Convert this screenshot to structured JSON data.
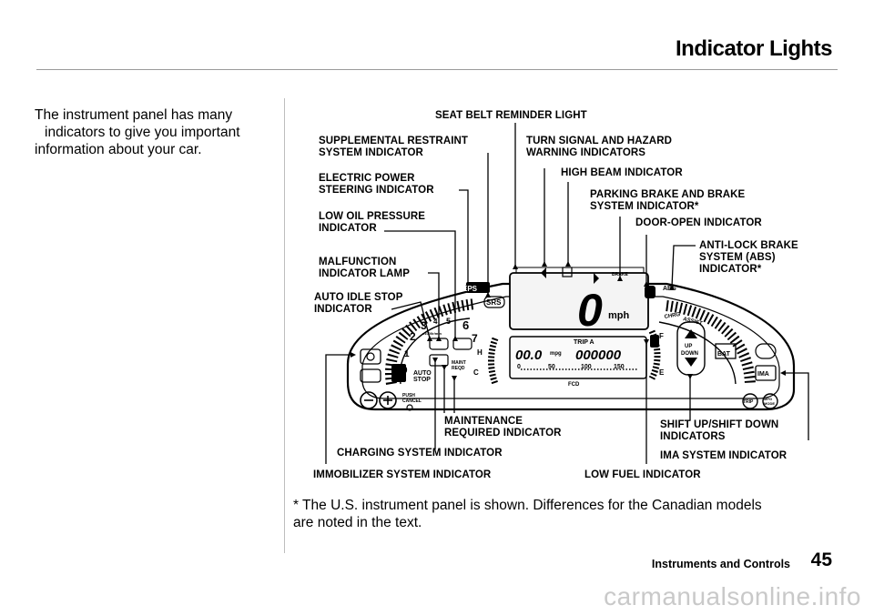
{
  "page": {
    "title": "Indicator Lights",
    "intro_lines": [
      "The instrument panel has many",
      "indicators to give you important",
      "information about your car."
    ],
    "footnote_lines": [
      "* The U.S. instrument panel is shown. Differences for the Canadian models",
      "are noted in the text."
    ],
    "footer_section": "Instruments and Controls",
    "page_number": "45",
    "watermark": "carmanualsonline.info"
  },
  "callouts": {
    "seat_belt": [
      "SEAT BELT REMINDER LIGHT"
    ],
    "srs": [
      "SUPPLEMENTAL RESTRAINT",
      "SYSTEM INDICATOR"
    ],
    "turn_signal": [
      "TURN SIGNAL AND HAZARD",
      "WARNING INDICATORS"
    ],
    "eps": [
      "ELECTRIC POWER",
      "STEERING INDICATOR"
    ],
    "high_beam": [
      "HIGH BEAM INDICATOR"
    ],
    "parking_brake": [
      "PARKING BRAKE AND BRAKE",
      "SYSTEM INDICATOR*"
    ],
    "low_oil": [
      "LOW OIL PRESSURE",
      "INDICATOR"
    ],
    "door_open": [
      "DOOR-OPEN INDICATOR"
    ],
    "abs": [
      "ANTI-LOCK BRAKE",
      "SYSTEM (ABS)",
      "INDICATOR*"
    ],
    "malfunction": [
      "MALFUNCTION",
      "INDICATOR LAMP"
    ],
    "auto_idle": [
      "AUTO IDLE STOP",
      "INDICATOR"
    ],
    "maintenance": [
      "MAINTENANCE",
      "REQUIRED INDICATOR"
    ],
    "shift": [
      "SHIFT UP/SHIFT DOWN",
      "INDICATORS"
    ],
    "charging": [
      "CHARGING SYSTEM INDICATOR"
    ],
    "ima": [
      "IMA SYSTEM INDICATOR"
    ],
    "immobilizer": [
      "IMMOBILIZER SYSTEM INDICATOR"
    ],
    "low_fuel": [
      "LOW FUEL INDICATOR"
    ]
  },
  "panel": {
    "speed_digit": "0",
    "speed_unit": "mph",
    "trip_label": "TRIP A",
    "trip_value": "00.0",
    "trip_unit": "mpg",
    "odometer": "000000",
    "scale": [
      "0",
      "50",
      "100",
      "150"
    ],
    "fcd": "FCD",
    "eps": "EPS",
    "srs": "SRS",
    "brake": "BRAKE",
    "abs": "ABS",
    "ima": "IMA",
    "tach_numbers": [
      "0",
      "1",
      "2",
      "3",
      "4",
      "5",
      "6",
      "7"
    ],
    "tach_unit": "x1000r/min",
    "temp_h": "H",
    "temp_c": "C",
    "fuel_f": "F",
    "fuel_e": "E",
    "assist": "ASSIST",
    "charge": "CHRG",
    "up": "UP",
    "down": "DOWN",
    "bat": "BAT",
    "maint_line1": "MAINT",
    "maint_line2": "REQD",
    "auto_line1": "AUTO",
    "auto_line2": "STOP",
    "push_line1": "PUSH",
    "push_line2": "CANCEL",
    "trip_btn": "TRIP",
    "mode_line1": "MPG",
    "mode_line2": "MODE"
  }
}
